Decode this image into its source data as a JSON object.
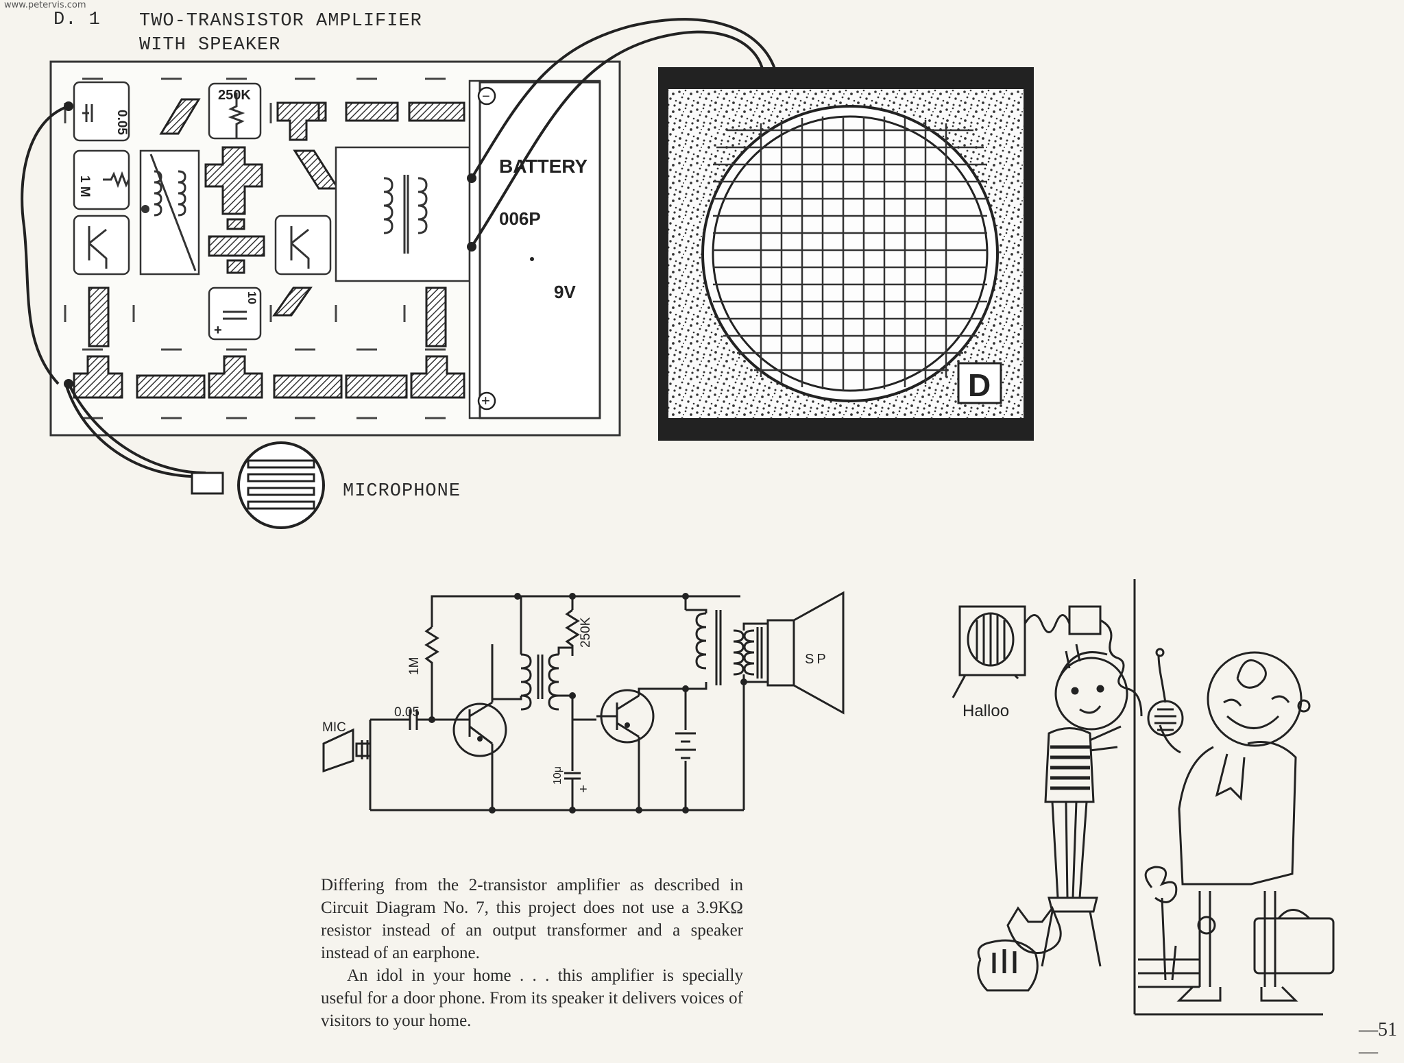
{
  "source_mark": "www.petervis.com",
  "project": {
    "number": "D.  1",
    "title_line1": "TWO-TRANSISTOR AMPLIFIER",
    "title_line2": "WITH SPEAKER"
  },
  "board": {
    "capacitor_label": "0.05",
    "resistor1_label": "1 M",
    "resistor2_label": "250K",
    "electrolytic_label": "10",
    "plus_sign": "+",
    "battery_name": "BATTERY",
    "battery_model": "006P",
    "battery_voltage": "9V",
    "battery_neg": "−",
    "battery_pos": "+"
  },
  "microphone_label": "MICROPHONE",
  "speaker_logo": "D",
  "schematic": {
    "mic_label": "MIC",
    "cap_label": "0.05",
    "r1_label": "1M",
    "r2_label": "250K",
    "c2_label": "10μ",
    "sp_label": "SP",
    "plus": "+"
  },
  "illustration": {
    "speech": "Halloo"
  },
  "description": {
    "paragraph1": "Differing from the 2-transistor amplifier as described in Circuit Diagram No. 7, this project does not use a 3.9KΩ resistor instead of an output transformer and a speaker instead of an earphone.",
    "paragraph2": "An idol in your home . . . this amplifier is specially useful for a door phone. From its speaker it delivers voices of visitors to your home."
  },
  "page_number": "51"
}
